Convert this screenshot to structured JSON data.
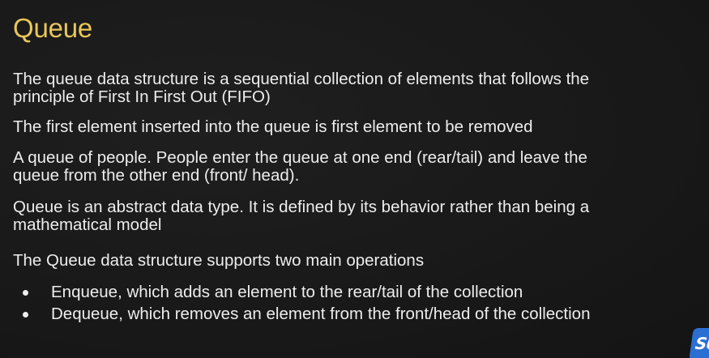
{
  "slide": {
    "title": "Queue",
    "paragraphs": [
      {
        "lines": [
          "The queue data structure is a sequential collection of elements that follows the",
          "principle of First In First Out (FIFO)"
        ]
      },
      {
        "lines": [
          "The first element inserted into the queue is first element to be removed"
        ]
      },
      {
        "lines": [
          "A queue of people. People enter the queue at one end (rear/tail) and leave the",
          "queue from the other end (front/ head)."
        ]
      },
      {
        "lines": [
          "Queue is an abstract data type. It is defined by its behavior rather than being a",
          "mathematical model"
        ]
      },
      {
        "lines": [
          "The Queue data structure supports two main operations"
        ]
      }
    ],
    "bullets": [
      "Enqueue, which adds an element to the rear/tail of the collection",
      "Dequeue, which removes an element from the front/head of the collection"
    ]
  },
  "logo": {
    "text": "SU",
    "color": "#2a6fd1"
  },
  "colors": {
    "background": "#171717",
    "title": "#e8c75a",
    "body_text": "#ededed"
  }
}
